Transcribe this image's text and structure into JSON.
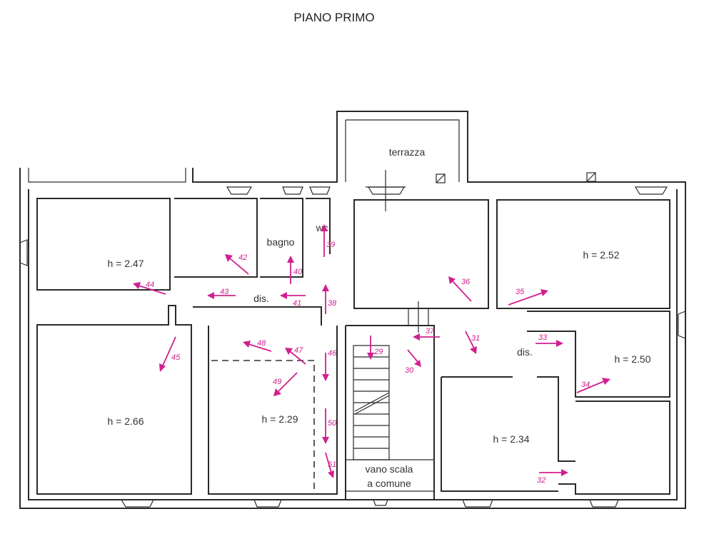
{
  "title": "PIANO PRIMO",
  "rooms": [
    {
      "id": "room-terrazza",
      "text": "terrazza"
    },
    {
      "id": "room-bagno",
      "text": "bagno"
    },
    {
      "id": "room-wc",
      "text": "wc"
    },
    {
      "id": "room-dis-left",
      "text": "dis."
    },
    {
      "id": "room-dis-right",
      "text": "dis."
    },
    {
      "id": "room-h247",
      "text": "h = 2.47"
    },
    {
      "id": "room-h252",
      "text": "h = 2.52"
    },
    {
      "id": "room-h250",
      "text": "h = 2.50"
    },
    {
      "id": "room-h266",
      "text": "h = 2.66"
    },
    {
      "id": "room-h229",
      "text": "h = 2.29"
    },
    {
      "id": "room-h234",
      "text": "h = 2.34"
    },
    {
      "id": "room-vano-1",
      "text": "vano scala"
    },
    {
      "id": "room-vano-2",
      "text": "a comune"
    }
  ],
  "photo_points": [
    "29",
    "30",
    "31",
    "32",
    "33",
    "34",
    "35",
    "36",
    "37",
    "38",
    "39",
    "40",
    "41",
    "42",
    "43",
    "44",
    "45",
    "46",
    "47",
    "48",
    "49",
    "50",
    "51"
  ],
  "colors": {
    "annotation": "#d0208f",
    "walls": "#2a2a2a"
  }
}
